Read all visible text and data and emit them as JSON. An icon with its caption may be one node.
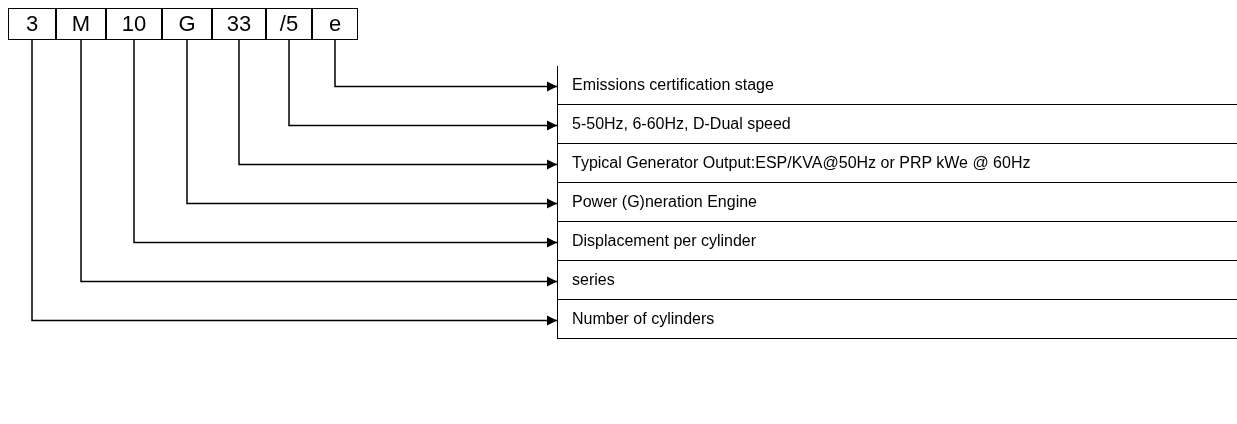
{
  "diagram": {
    "nodes": [
      {
        "text": [
          "3"
        ]
      },
      {
        "text": [
          "M"
        ]
      },
      {
        "text": [
          "10"
        ]
      },
      {
        "text": [
          "G"
        ]
      },
      {
        "text": [
          "33"
        ]
      },
      {
        "text": [
          "/5"
        ]
      },
      {
        "text": [
          "e"
        ]
      },
      {
        "text": [
          "Emissions certification stage"
        ]
      },
      {
        "text": [
          "5-50Hz, 6-60Hz, D-Dual speed"
        ]
      },
      {
        "text": [
          "Typical Generator Output:ESP/KVA@50Hz or PRP kWe @ 60Hz"
        ]
      },
      {
        "text": [
          "Power (G)neration Engine"
        ]
      },
      {
        "text": [
          "Displacement per cylinder"
        ]
      },
      {
        "text": [
          "series"
        ]
      },
      {
        "text": [
          "Number of cylinders"
        ]
      }
    ],
    "edges": [
      {
        "from": 6,
        "to": 7,
        "arrow": "to"
      },
      {
        "from": 5,
        "to": 8,
        "arrow": "to"
      },
      {
        "from": 4,
        "to": 9,
        "arrow": "to"
      },
      {
        "from": 3,
        "to": 10,
        "arrow": "to"
      },
      {
        "from": 2,
        "to": 11,
        "arrow": "to"
      },
      {
        "from": 1,
        "to": 12,
        "arrow": "to"
      },
      {
        "from": 0,
        "to": 13,
        "arrow": "to"
      }
    ]
  }
}
